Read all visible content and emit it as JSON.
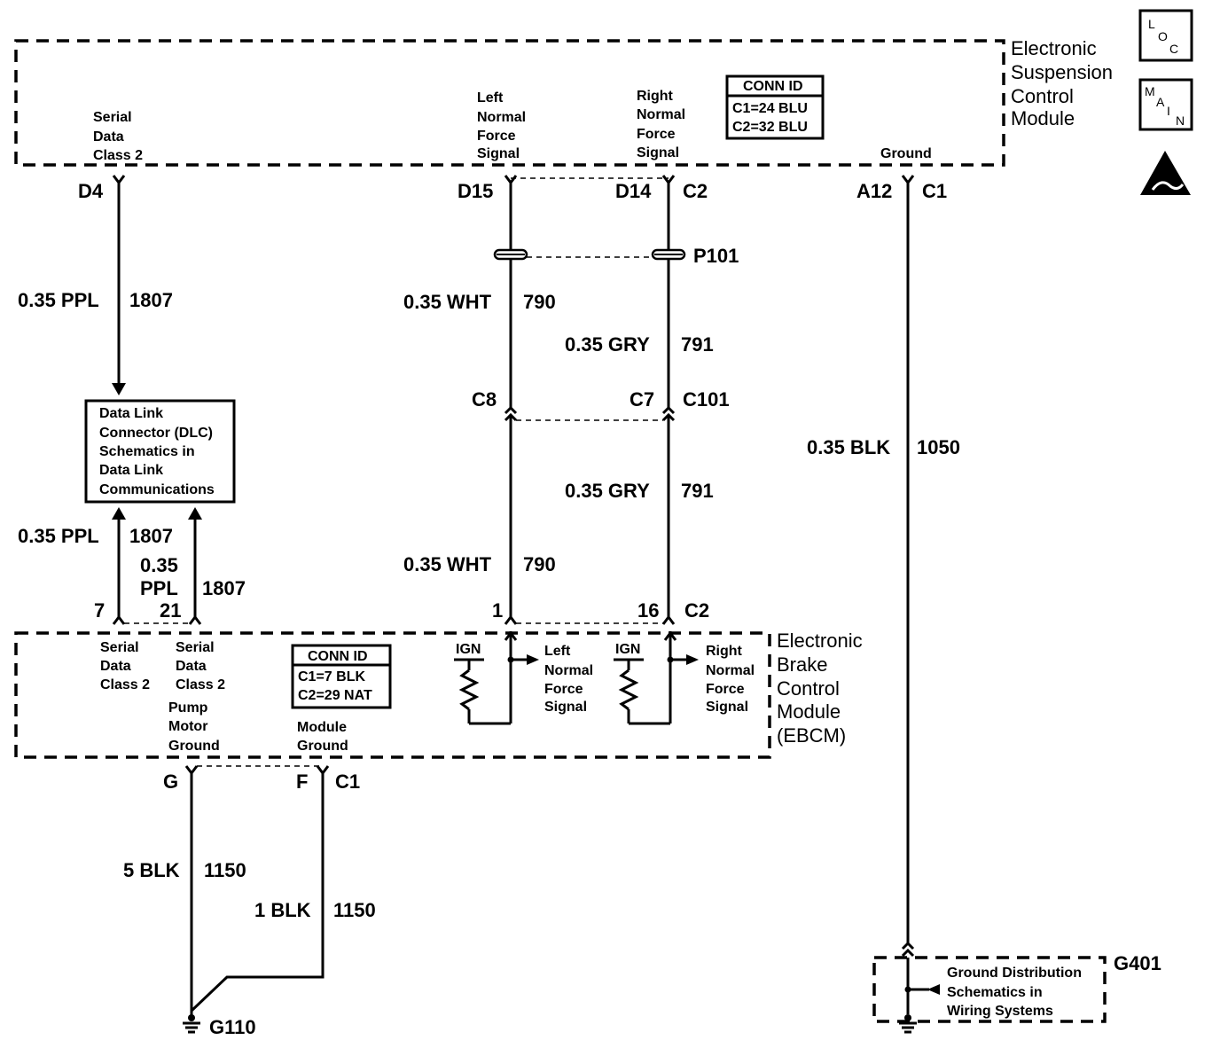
{
  "esc_module": {
    "name_lines": [
      "Electronic",
      "Suspension",
      "Control",
      "Module"
    ],
    "conn_id": {
      "title": "CONN ID",
      "c1": "C1=24 BLU",
      "c2": "C2=32 BLU"
    },
    "terminals": {
      "serial_data": [
        "Serial",
        "Data",
        "Class 2"
      ],
      "left_force": [
        "Left",
        "Normal",
        "Force",
        "Signal"
      ],
      "right_force": [
        "Right",
        "Normal",
        "Force",
        "Signal"
      ],
      "ground": "Ground"
    },
    "pins": {
      "d4": "D4",
      "d15": "D15",
      "d14": "D14",
      "c2": "C2",
      "a12": "A12",
      "c1": "C1"
    }
  },
  "icons": {
    "loc": [
      "L",
      "O",
      "C"
    ],
    "main": [
      "M",
      "A",
      "I",
      "N"
    ]
  },
  "wires": {
    "ppl_top": {
      "gauge": "0.35 PPL",
      "circuit": "1807"
    },
    "ppl_left": {
      "gauge": "0.35 PPL",
      "circuit": "1807"
    },
    "ppl_right": {
      "gauge_lines": [
        "0.35",
        "PPL"
      ],
      "circuit": "1807"
    },
    "wht_top": {
      "gauge": "0.35 WHT",
      "circuit": "790"
    },
    "wht_bottom": {
      "gauge": "0.35 WHT",
      "circuit": "790"
    },
    "gry_top": {
      "gauge": "0.35 GRY",
      "circuit": "791"
    },
    "gry_bottom": {
      "gauge": "0.35 GRY",
      "circuit": "791"
    },
    "blk_ground": {
      "gauge": "0.35 BLK",
      "circuit": "1050"
    },
    "blk_5": {
      "gauge": "5 BLK",
      "circuit": "1150"
    },
    "blk_1": {
      "gauge": "1 BLK",
      "circuit": "1150"
    }
  },
  "splice": "P101",
  "inline_connector": {
    "left_pin": "C8",
    "right_pin": "C7",
    "name": "C101"
  },
  "dlc": {
    "lines": [
      "Data Link",
      "Connector (DLC)",
      "Schematics in",
      "Data Link",
      "Communications"
    ]
  },
  "ebcm": {
    "name_lines": [
      "Electronic",
      "Brake",
      "Control",
      "Module",
      "(EBCM)"
    ],
    "conn_id": {
      "title": "CONN ID",
      "c1": "C1=7 BLK",
      "c2": "C2=29 NAT"
    },
    "pins": {
      "p7": "7",
      "p21": "21",
      "p1": "1",
      "p16": "16",
      "c2": "C2",
      "g": "G",
      "f": "F",
      "c1": "C1"
    },
    "terminals": {
      "serial_a": [
        "Serial",
        "Data",
        "Class 2"
      ],
      "serial_b": [
        "Serial",
        "Data",
        "Class 2"
      ],
      "pump_ground": [
        "Pump",
        "Motor",
        "Ground"
      ],
      "module_ground": [
        "Module",
        "Ground"
      ],
      "ign_left": "IGN",
      "ign_right": "IGN",
      "left_force": [
        "Left",
        "Normal",
        "Force",
        "Signal"
      ],
      "right_force": [
        "Right",
        "Normal",
        "Force",
        "Signal"
      ]
    }
  },
  "grounds": {
    "g110": "G110",
    "g401": "G401"
  },
  "ground_dist": {
    "lines": [
      "Ground Distribution",
      "Schematics in",
      "Wiring Systems"
    ]
  }
}
